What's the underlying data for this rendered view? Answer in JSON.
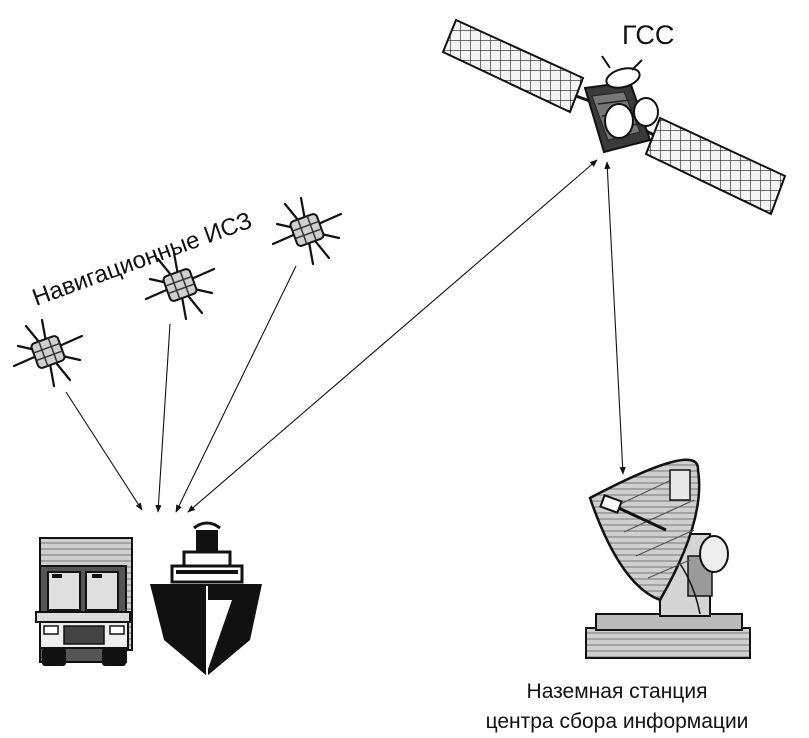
{
  "labels": {
    "geo_satellite": "ГСС",
    "nav_satellites": "Навигационные ИСЗ",
    "ground_station_line1": "Наземная станция",
    "ground_station_line2": "центра сбора информации"
  }
}
